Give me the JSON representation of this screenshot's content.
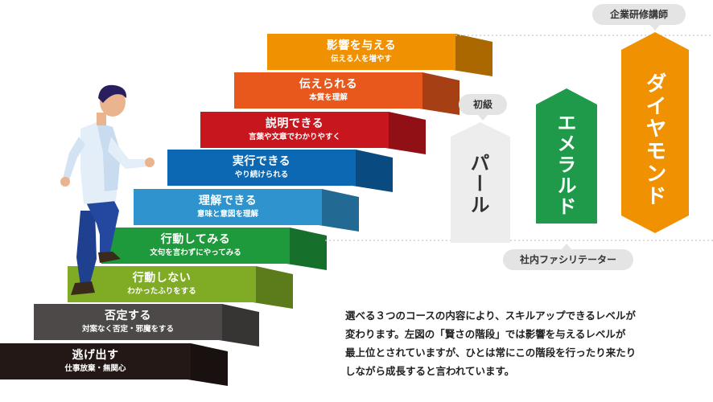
{
  "steps": [
    {
      "title": "逃げ出す",
      "subtitle": "仕事放棄・無関心",
      "color": "#231815"
    },
    {
      "title": "否定する",
      "subtitle": "対案なく否定・邪魔をする",
      "color": "#4c4948"
    },
    {
      "title": "行動しない",
      "subtitle": "わかったふりをする",
      "color": "#80ac25"
    },
    {
      "title": "行動してみる",
      "subtitle": "文句を言わずにやってみる",
      "color": "#1e9a3c"
    },
    {
      "title": "理解できる",
      "subtitle": "意味と意図を理解",
      "color": "#2f93cd"
    },
    {
      "title": "実行できる",
      "subtitle": "やり続けられる",
      "color": "#0d68b3"
    },
    {
      "title": "説明できる",
      "subtitle": "言葉や文章でわかりやすく",
      "color": "#c8161e"
    },
    {
      "title": "伝えられる",
      "subtitle": "本質を理解",
      "color": "#e8581c"
    },
    {
      "title": "影響を与える",
      "subtitle": "伝える人を増やす",
      "color": "#ef9100"
    }
  ],
  "courses": {
    "pearl": {
      "label": "パール",
      "color": "#ededed",
      "text_color": "#333333"
    },
    "emerald": {
      "label": "エメラルド",
      "color": "#1e9a4a",
      "text_color": "#ffffff"
    },
    "diamond": {
      "label": "ダイヤモンド",
      "color": "#ef9100",
      "text_color": "#ffffff"
    }
  },
  "bubbles": {
    "beginner": "初級",
    "instructor": "企業研修講師",
    "facilitator": "社内ファシリテーター"
  },
  "description": [
    "選べる３つのコースの内容により、スキルアップできるレベルが",
    "変わります。左図の「賢さの階段」では影響を与えるレベルが",
    "最上位とされていますが、ひとは常にこの階段を行ったり来たり",
    "しながら成長すると言われています。"
  ]
}
